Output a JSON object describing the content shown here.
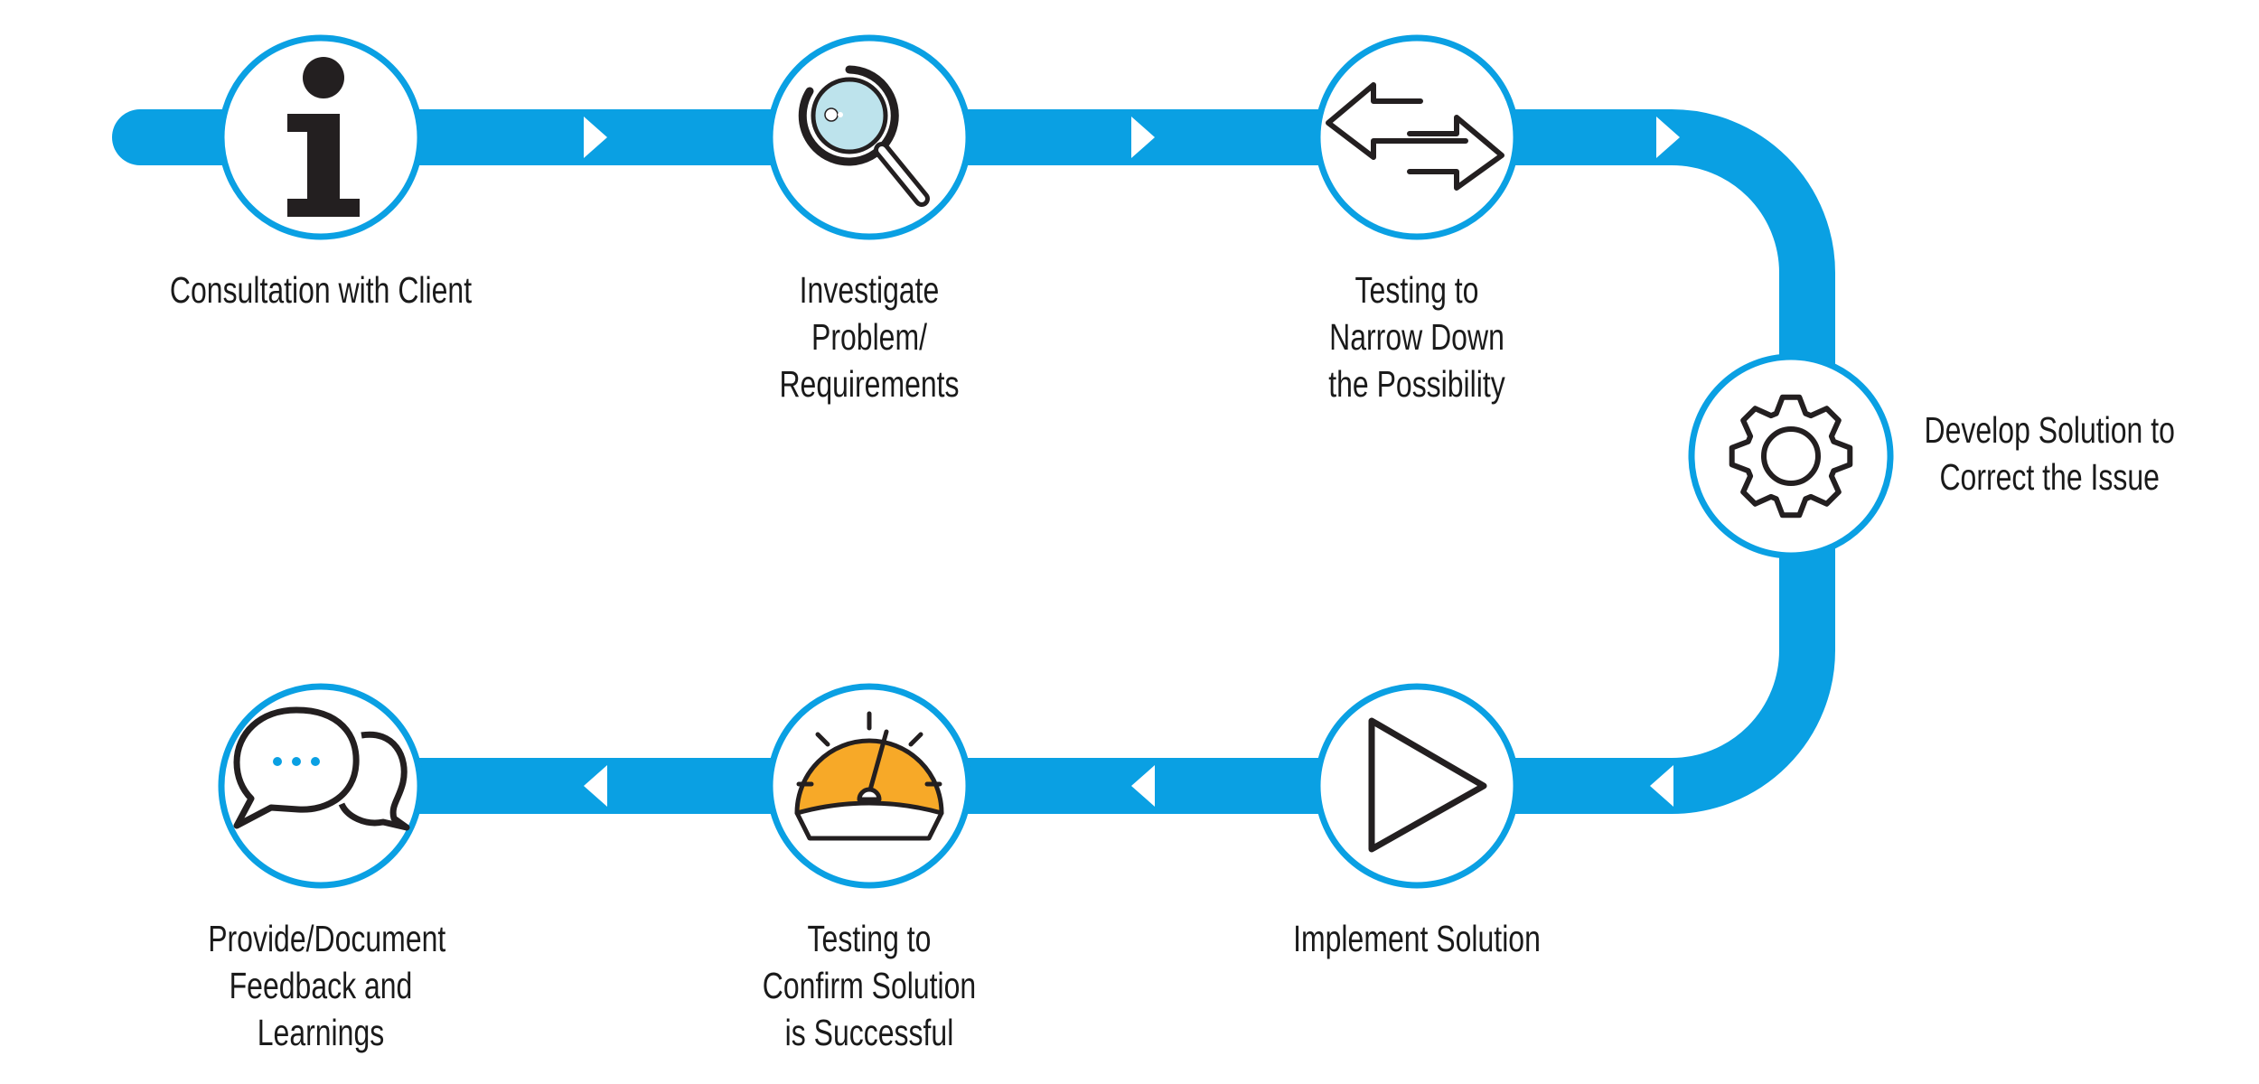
{
  "colors": {
    "track": "#0aa0e3",
    "ring": "#0aa0e3",
    "icon_stroke": "#231f20",
    "magnifier_glass": "#bde3ec",
    "gauge_fill": "#f7a928",
    "chat_dots": "#0aa0e3"
  },
  "steps": [
    {
      "label": "Consultation with Client",
      "icon": "info-icon"
    },
    {
      "label": "Investigate Problem/ Requirements",
      "icon": "magnifier-icon"
    },
    {
      "label": "Testing to Narrow Down the Possibility",
      "icon": "swap-arrows-icon"
    },
    {
      "label": "Develop Solution to Correct the Issue",
      "icon": "gear-icon"
    },
    {
      "label": "Implement Solution",
      "icon": "play-icon"
    },
    {
      "label": "Testing to Confirm Solution is Successful",
      "icon": "speedometer-icon"
    },
    {
      "label": "Provide/Document Feedback and Learnings",
      "icon": "chat-bubbles-icon"
    }
  ]
}
